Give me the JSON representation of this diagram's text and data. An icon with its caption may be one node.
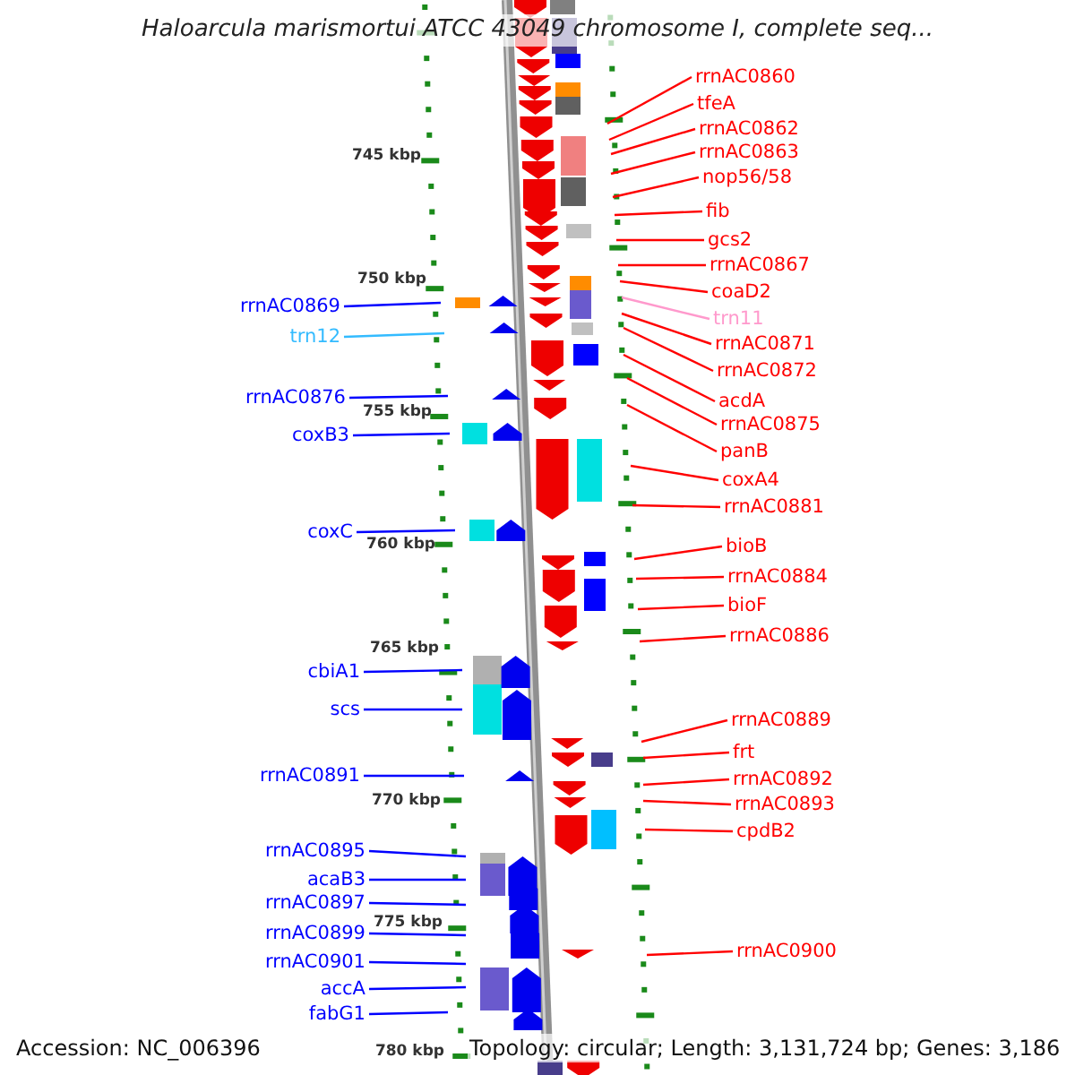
{
  "diagram": {
    "title": "Haloarcula marismortui ATCC 43049 chromosome I, complete seq...",
    "nodes": [
      {
        "text": [
          "rrnAC0869"
        ]
      },
      {
        "text": [
          "trn12"
        ]
      },
      {
        "text": [
          "rrnAC0876"
        ]
      },
      {
        "text": [
          "coxB3"
        ]
      },
      {
        "text": [
          "coxC"
        ]
      },
      {
        "text": [
          "cbiA1"
        ]
      },
      {
        "text": [
          "scs"
        ]
      },
      {
        "text": [
          "rrnAC0891"
        ]
      },
      {
        "text": [
          "rrnAC0895"
        ]
      },
      {
        "text": [
          "acaB3"
        ]
      },
      {
        "text": [
          "rrnAC0897"
        ]
      },
      {
        "text": [
          "rrnAC0899"
        ]
      },
      {
        "text": [
          "rrnAC0901"
        ]
      },
      {
        "text": [
          "accA"
        ]
      },
      {
        "text": [
          "fabG1"
        ]
      },
      {
        "text": [
          "rrnAC0860"
        ]
      },
      {
        "text": [
          "tfeA"
        ]
      },
      {
        "text": [
          "rrnAC0862"
        ]
      },
      {
        "text": [
          "rrnAC0863"
        ]
      },
      {
        "text": [
          "nop56/58"
        ]
      },
      {
        "text": [
          "fib"
        ]
      },
      {
        "text": [
          "gcs2"
        ]
      },
      {
        "text": [
          "rrnAC0867"
        ]
      },
      {
        "text": [
          "coaD2"
        ]
      },
      {
        "text": [
          "trn11"
        ]
      },
      {
        "text": [
          "rrnAC0871"
        ]
      },
      {
        "text": [
          "rrnAC0872"
        ]
      },
      {
        "text": [
          "acdA"
        ]
      },
      {
        "text": [
          "rrnAC0875"
        ]
      },
      {
        "text": [
          "panB"
        ]
      },
      {
        "text": [
          "coxA4"
        ]
      },
      {
        "text": [
          "rrnAC0881"
        ]
      },
      {
        "text": [
          "bioB"
        ]
      },
      {
        "text": [
          "rrnAC0884"
        ]
      },
      {
        "text": [
          "bioF"
        ]
      },
      {
        "text": [
          "rrnAC0886"
        ]
      },
      {
        "text": [
          "rrnAC0889"
        ]
      },
      {
        "text": [
          "frt"
        ]
      },
      {
        "text": [
          "rrnAC0892"
        ]
      },
      {
        "text": [
          "rrnAC0893"
        ]
      },
      {
        "text": [
          "cpdB2"
        ]
      },
      {
        "text": [
          "rrnAC0900"
        ]
      }
    ],
    "edges": [
      {
        "from": 0,
        "to": null,
        "arrow": "none",
        "color": "#0000ff"
      },
      {
        "from": 1,
        "to": null,
        "arrow": "none",
        "color": "#33bbff"
      },
      {
        "from": 2,
        "to": null,
        "arrow": "none",
        "color": "#0000ff"
      },
      {
        "from": 3,
        "to": null,
        "arrow": "none",
        "color": "#0000ff"
      },
      {
        "from": 4,
        "to": null,
        "arrow": "none",
        "color": "#0000ff"
      },
      {
        "from": 5,
        "to": null,
        "arrow": "none",
        "color": "#0000ff"
      },
      {
        "from": 6,
        "to": null,
        "arrow": "none",
        "color": "#0000ff"
      },
      {
        "from": 7,
        "to": null,
        "arrow": "none",
        "color": "#0000ff"
      },
      {
        "from": 8,
        "to": null,
        "arrow": "none",
        "color": "#0000ff"
      },
      {
        "from": 9,
        "to": null,
        "arrow": "none",
        "color": "#0000ff"
      },
      {
        "from": 10,
        "to": null,
        "arrow": "none",
        "color": "#0000ff"
      },
      {
        "from": 11,
        "to": null,
        "arrow": "none",
        "color": "#0000ff"
      },
      {
        "from": 12,
        "to": null,
        "arrow": "none",
        "color": "#0000ff"
      },
      {
        "from": 13,
        "to": null,
        "arrow": "none",
        "color": "#0000ff"
      },
      {
        "from": 14,
        "to": null,
        "arrow": "none",
        "color": "#0000ff"
      },
      {
        "from": 15,
        "to": null,
        "arrow": "none"
      },
      {
        "from": 16,
        "to": null,
        "arrow": "none"
      },
      {
        "from": 17,
        "to": null,
        "arrow": "none"
      },
      {
        "from": 18,
        "to": null,
        "arrow": "none"
      },
      {
        "from": 19,
        "to": null,
        "arrow": "none"
      },
      {
        "from": 20,
        "to": null,
        "arrow": "none"
      },
      {
        "from": 21,
        "to": null,
        "arrow": "none"
      },
      {
        "from": 22,
        "to": null,
        "arrow": "none"
      },
      {
        "from": 23,
        "to": null,
        "arrow": "none"
      },
      {
        "from": 24,
        "to": null,
        "arrow": "none",
        "color": "#ff99cc"
      },
      {
        "from": 25,
        "to": null,
        "arrow": "none"
      },
      {
        "from": 26,
        "to": null,
        "arrow": "none"
      },
      {
        "from": 27,
        "to": null,
        "arrow": "none"
      },
      {
        "from": 28,
        "to": null,
        "arrow": "none"
      },
      {
        "from": 29,
        "to": null,
        "arrow": "none"
      },
      {
        "from": 30,
        "to": null,
        "arrow": "none"
      },
      {
        "from": 31,
        "to": null,
        "arrow": "none"
      },
      {
        "from": 32,
        "to": null,
        "arrow": "none"
      },
      {
        "from": 33,
        "to": null,
        "arrow": "none"
      },
      {
        "from": 34,
        "to": null,
        "arrow": "none"
      },
      {
        "from": 35,
        "to": null,
        "arrow": "none"
      },
      {
        "from": 36,
        "to": null,
        "arrow": "none"
      },
      {
        "from": 37,
        "to": null,
        "arrow": "none"
      },
      {
        "from": 38,
        "to": null,
        "arrow": "none"
      },
      {
        "from": 39,
        "to": null,
        "arrow": "none"
      },
      {
        "from": 40,
        "to": null,
        "arrow": "none"
      },
      {
        "from": 41,
        "to": null,
        "arrow": "none"
      }
    ],
    "labels": [
      "745 kbp",
      "750 kbp",
      "755 kbp",
      "760 kbp",
      "765 kbp",
      "770 kbp",
      "775 kbp",
      "Accession: NC_006396",
      "Topology: circular; Length: 3,131,724 bp; Genes: 3,186",
      "780 kbp"
    ]
  }
}
